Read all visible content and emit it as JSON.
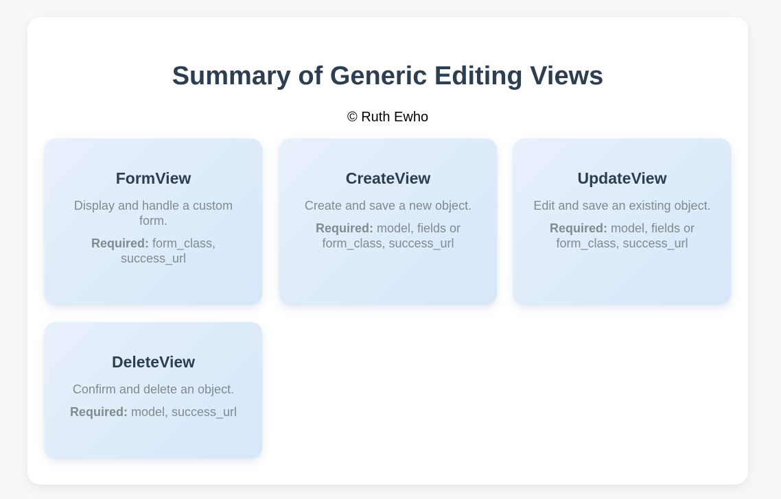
{
  "page": {
    "title": "Summary of Generic Editing Views",
    "copyright": "© Ruth Ewho"
  },
  "required_label": "Required:",
  "cards": [
    {
      "title": "FormView",
      "description": "Display and handle a custom form.",
      "required": "form_class, success_url"
    },
    {
      "title": "CreateView",
      "description": "Create and save a new object.",
      "required": "model, fields or form_class, success_url"
    },
    {
      "title": "UpdateView",
      "description": "Edit and save an existing object.",
      "required": "model, fields or form_class, success_url"
    },
    {
      "title": "DeleteView",
      "description": "Confirm and delete an object.",
      "required": "model, success_url"
    }
  ],
  "colors": {
    "title": "#2c3e50",
    "muted_text": "#7f8c8d",
    "card_gradient_start": "#e8f0fb",
    "card_gradient_end": "#d5e7f9",
    "background": "#f8f8f8",
    "panel": "#ffffff"
  }
}
